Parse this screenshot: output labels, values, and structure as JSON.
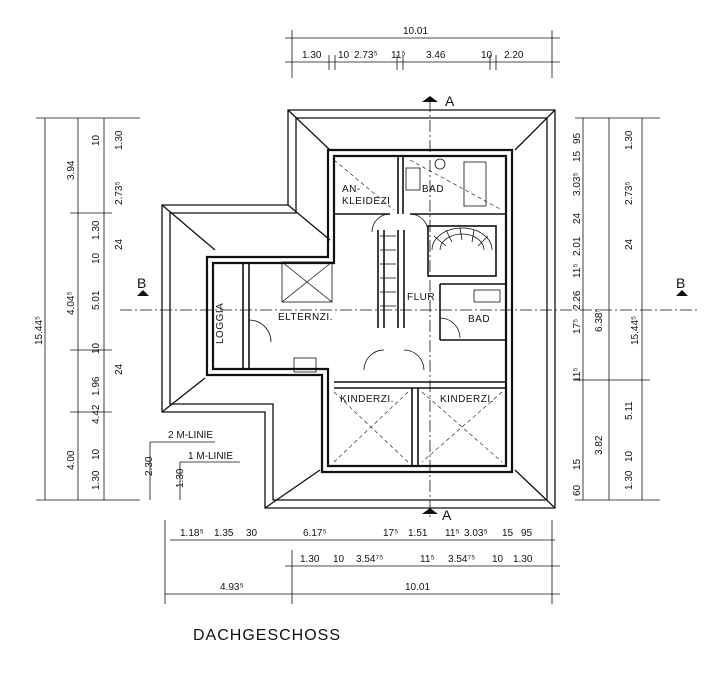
{
  "title": "DACHGESCHOSS",
  "section_marks": {
    "a": "A",
    "b": "B"
  },
  "rooms": {
    "ankleide": [
      "AN-",
      "KLEIDEZI"
    ],
    "bad_top": "BAD",
    "flur": "FLUR",
    "bad_right": "BAD",
    "elternzi": "ELTERNZI.",
    "loggia": "LOGGIA",
    "kinder_left": "KINDERZI.",
    "kinder_right": "KINDERZI."
  },
  "lines": {
    "m2": "2 M-LINIE",
    "m1": "1 M-LINIE"
  },
  "dims": {
    "top_total": "10.01",
    "top_parts": [
      "1.30",
      "10",
      "2.73⁵",
      "11⁵",
      "3.46",
      "10",
      "2.20"
    ],
    "bottom_row1": [
      "1.18⁵",
      "1.35",
      "30",
      "6.17⁵",
      "17⁵",
      "1.51",
      "11⁵",
      "3.03⁵",
      "15",
      "95"
    ],
    "bottom_row2": [
      "1.30",
      "10",
      "3.54⁷⁵",
      "11⁵",
      "3.54⁷⁵",
      "10",
      "1.30"
    ],
    "bottom_left": "4.93⁵",
    "bottom_total": "10.01",
    "left_total": "15.44⁵",
    "left_col2": [
      "3.94",
      "4.04⁵",
      "4.00"
    ],
    "left_col3": [
      "10",
      "1.30",
      "10",
      "5.01",
      "10",
      "1.96",
      "4.42",
      "10",
      "1.30"
    ],
    "left_col4": [
      "1.30",
      "2.73⁵",
      "24",
      "24"
    ],
    "left_m": [
      "2.30",
      "1.30"
    ],
    "right_total": "15.44⁵",
    "right_col3": [
      "1.30",
      "2.73⁵",
      "24",
      "5.11",
      "10",
      "1.30"
    ],
    "right_col2": [
      "6.38⁵",
      "3.82"
    ],
    "right_col1": [
      "95",
      "15",
      "3.03⁵",
      "24",
      "2.01",
      "11⁵",
      "2.26",
      "17⁵",
      "11⁵",
      "15",
      "60"
    ]
  }
}
